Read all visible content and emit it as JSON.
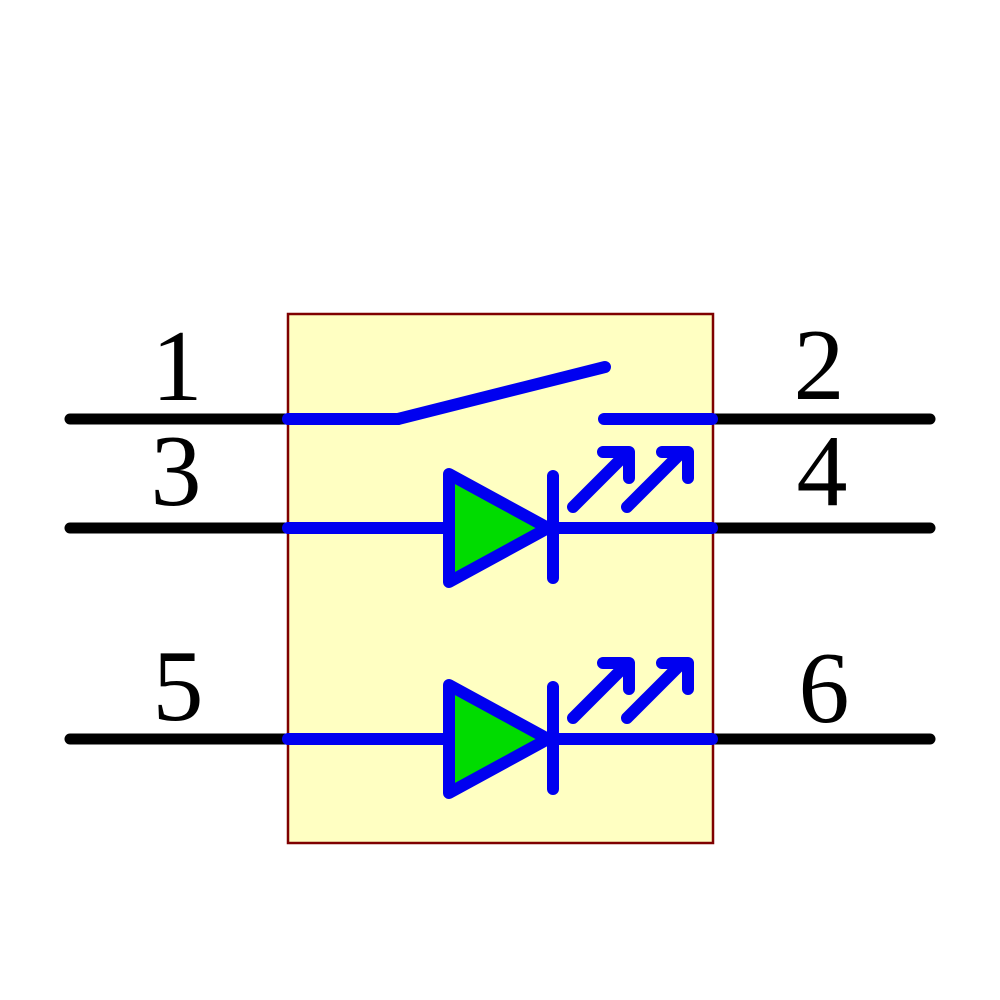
{
  "pins": [
    {
      "number": "1",
      "side": "left",
      "row": "top"
    },
    {
      "number": "2",
      "side": "right",
      "row": "top"
    },
    {
      "number": "3",
      "side": "left",
      "row": "middle"
    },
    {
      "number": "4",
      "side": "right",
      "row": "middle"
    },
    {
      "number": "5",
      "side": "left",
      "row": "bottom"
    },
    {
      "number": "6",
      "side": "right",
      "row": "bottom"
    }
  ],
  "colors": {
    "background": "#ffffff",
    "body_fill": "#ffffc2",
    "body_border": "#7f0000",
    "wire": "#000000",
    "symbol_blue": "#0000f0",
    "led_green": "#00dc00"
  }
}
